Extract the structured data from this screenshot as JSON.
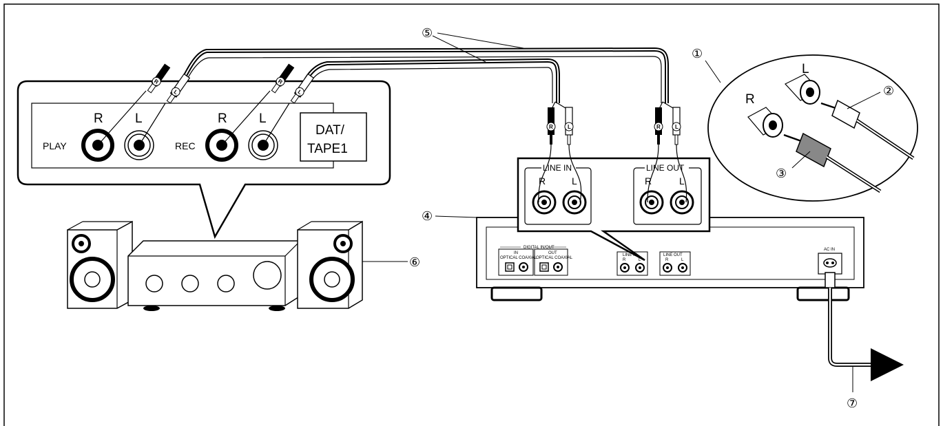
{
  "callouts": [
    "①",
    "②",
    "③",
    "④",
    "⑤",
    "⑥",
    "⑦"
  ],
  "amplifier_panel": {
    "play_label": "PLAY",
    "rec_label": "REC",
    "r_label": "R",
    "l_label": "L",
    "dat_line1": "DAT/",
    "dat_line2": "TAPE1"
  },
  "deck_inset": {
    "line_in": "LINE IN",
    "line_out": "LINE OUT",
    "r_label": "R",
    "l_label": "L"
  },
  "plug_detail": {
    "r_label": "R",
    "l_label": "L"
  },
  "plug_letters": {
    "r": "R",
    "l": "L"
  },
  "deck_rear": {
    "digital_in_out": "DIGITAL IN/OUT",
    "in": "IN",
    "out": "OUT",
    "optical_coaxial": "OPTICAL  COAXIAL",
    "line_in": "LINE IN",
    "line_out": "LINE OUT",
    "r": "R",
    "l": "L",
    "ac_in": "AC IN"
  }
}
